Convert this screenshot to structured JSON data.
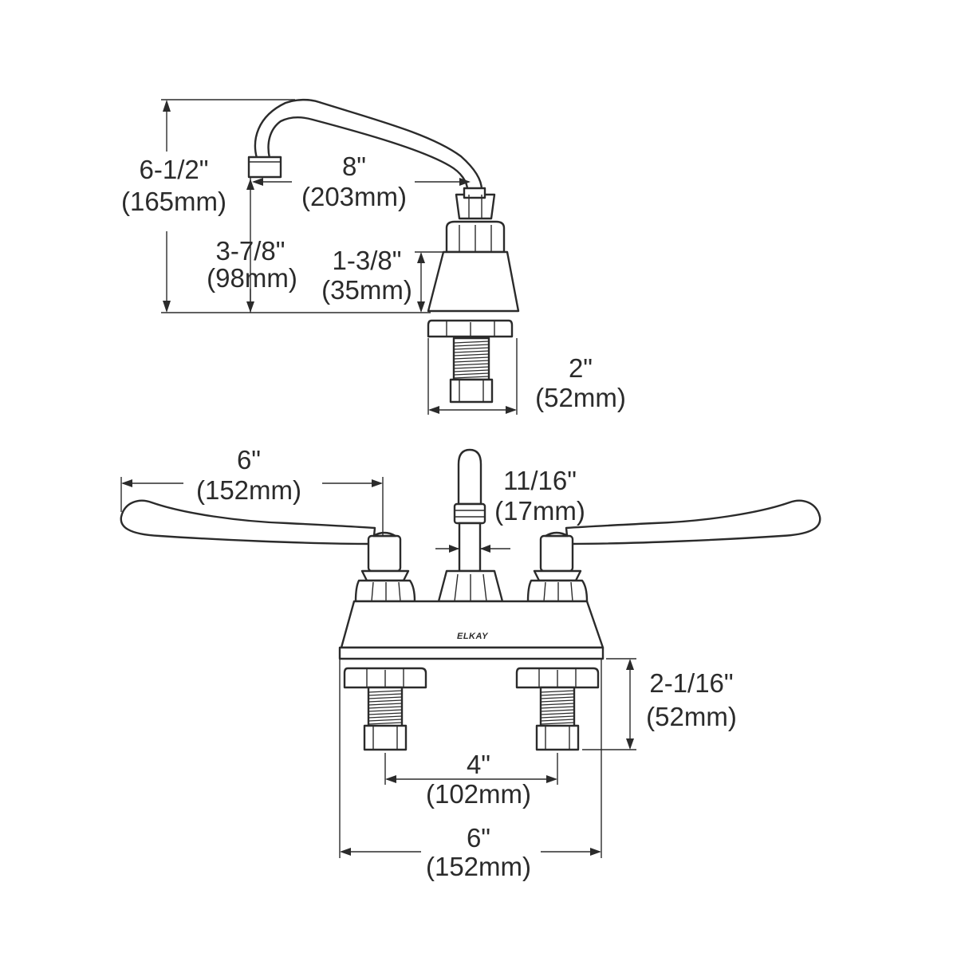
{
  "brand": {
    "logo_text": "ELKAY"
  },
  "side_view": {
    "overall_height": {
      "imperial": "6-1/2\"",
      "metric": "(165mm)"
    },
    "spout_reach": {
      "imperial": "8\"",
      "metric": "(203mm)"
    },
    "spout_outlet_height": {
      "imperial": "3-7/8\"",
      "metric": "(98mm)"
    },
    "body_height": {
      "imperial": "1-3/8\"",
      "metric": "(35mm)"
    },
    "base_width": {
      "imperial": "2\"",
      "metric": "(52mm)"
    }
  },
  "front_view": {
    "handle_length": {
      "imperial": "6\"",
      "metric": "(152mm)"
    },
    "spout_diameter": {
      "imperial": "11/16\"",
      "metric": "(17mm)"
    },
    "shank_length": {
      "imperial": "2-1/16\"",
      "metric": "(52mm)"
    },
    "center_spacing": {
      "imperial": "4\"",
      "metric": "(102mm)"
    },
    "overall_width": {
      "imperial": "6\"",
      "metric": "(152mm)"
    }
  }
}
